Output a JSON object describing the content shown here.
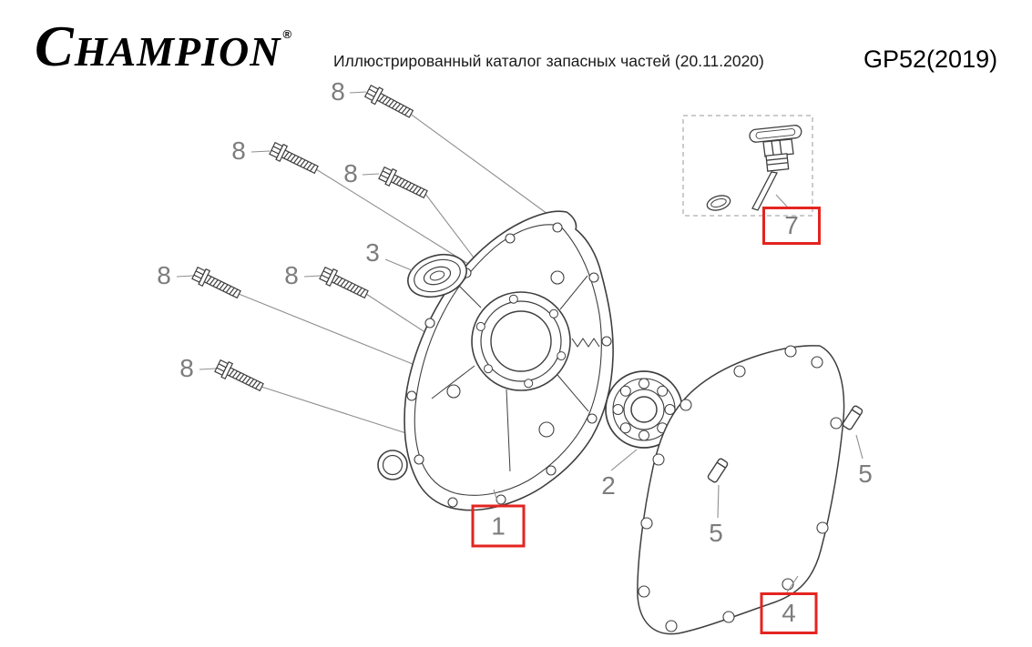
{
  "header": {
    "brand": "CHAMPION",
    "registered_mark": "®",
    "catalog_title": "Иллюстрированный каталог запасных частей (20.11.2020)",
    "model_code": "GP52(2019)"
  },
  "diagram": {
    "colors": {
      "highlight": "#e42420",
      "line": "#3f3f3f",
      "label": "#7d7d7d"
    },
    "callouts": [
      {
        "number": "8",
        "highlighted": false
      },
      {
        "number": "8",
        "highlighted": false
      },
      {
        "number": "8",
        "highlighted": false
      },
      {
        "number": "3",
        "highlighted": false
      },
      {
        "number": "8",
        "highlighted": false
      },
      {
        "number": "8",
        "highlighted": false
      },
      {
        "number": "8",
        "highlighted": false
      },
      {
        "number": "7",
        "highlighted": true
      },
      {
        "number": "2",
        "highlighted": false
      },
      {
        "number": "5",
        "highlighted": false
      },
      {
        "number": "1",
        "highlighted": true
      },
      {
        "number": "5",
        "highlighted": false
      },
      {
        "number": "4",
        "highlighted": true
      }
    ]
  }
}
